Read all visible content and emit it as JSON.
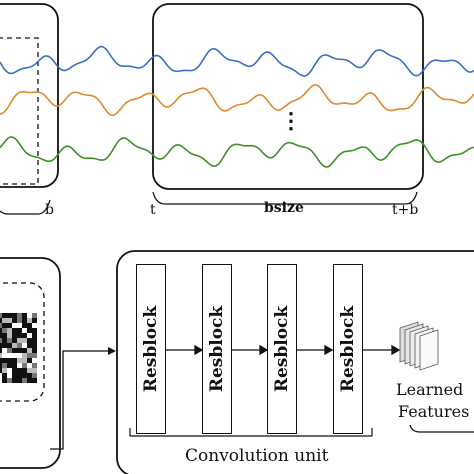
{
  "top_panel": {
    "marker_left_end": "b",
    "marker_window_start": "t",
    "marker_window_size": "bsize",
    "marker_window_end": "t+b",
    "ellipsis": "⋮",
    "signal_colors": [
      "#3a6fc4",
      "#e08a2c",
      "#3f8f2a"
    ]
  },
  "bottom_panel": {
    "resblocks": [
      "Resblock",
      "Resblock",
      "Resblock",
      "Resblock"
    ],
    "convolution_unit_label": "Convolution unit",
    "features_label_line1": "Learned",
    "features_label_line2": "Features"
  },
  "icons": {
    "arrow": "arrow-right-icon",
    "feature_maps": "feature-maps-stack-icon",
    "image_patch": "qr-like-image-icon"
  }
}
